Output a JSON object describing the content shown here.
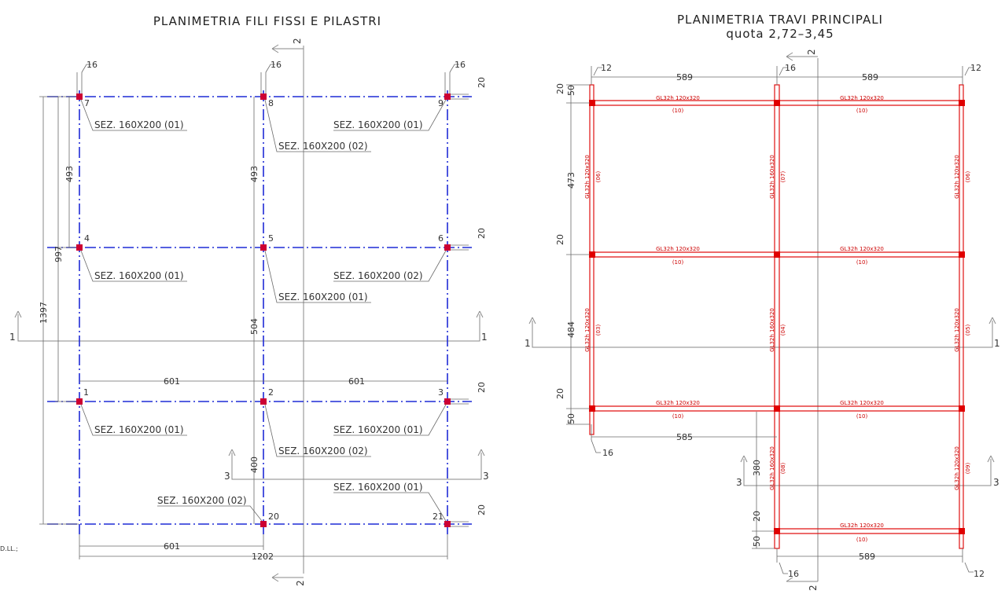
{
  "left": {
    "title": "PLANIMETRIA FILI FISSI E PILASTRI",
    "sections": [
      {
        "label": "SEZ. 160X200 (01)"
      },
      {
        "label": "SEZ. 160X200 (02)"
      },
      {
        "label": "SEZ. 160X200 (01)"
      },
      {
        "label": "SEZ. 160X200 (01)"
      },
      {
        "label": "SEZ. 160X200 (02)"
      },
      {
        "label": "SEZ. 160X200 (01)"
      },
      {
        "label": "SEZ. 160X200 (01)"
      },
      {
        "label": "SEZ. 160X200 (02)"
      },
      {
        "label": "SEZ. 160X200 (01)"
      },
      {
        "label": "SEZ. 160X200 (02)"
      },
      {
        "label": "SEZ. 160X200 (01)"
      }
    ],
    "column_numbers": [
      "7",
      "8",
      "9",
      "4",
      "5",
      "6",
      "1",
      "2",
      "3",
      "20",
      "21"
    ],
    "dims": {
      "d16a": "16",
      "d16b": "16",
      "d16c": "16",
      "d20a": "20",
      "d20b": "20",
      "d20c": "20",
      "d20d": "20",
      "d493a": "493",
      "d493b": "493",
      "d997": "997",
      "d1397": "1397",
      "d504": "504",
      "d400": "400",
      "d601a": "601",
      "d601b": "601",
      "d601c": "601",
      "d1202": "1202"
    },
    "section_marks": {
      "s1l": "1",
      "s1r": "1",
      "s2t": "2",
      "s2b": "2",
      "s3l": "3",
      "s3r": "3"
    },
    "edge_text": "D.LL.;"
  },
  "right": {
    "title": "PLANIMETRIA TRAVI PRINCIPALI",
    "subtitle": "quota 2,72–3,45",
    "beams": {
      "h": "GL32h 120x320",
      "v1": "GL32h 120x320",
      "v2": "GL32h 160x320",
      "tag10": "(10)",
      "tags": [
        "(06)",
        "(07)",
        "(06)",
        "(03)",
        "(04)",
        "(05)",
        "(08)",
        "(09)"
      ]
    },
    "dims": {
      "d12a": "12",
      "d12b": "12",
      "d16a": "16",
      "d16b": "16",
      "d16c": "16",
      "d589a": "589",
      "d589b": "589",
      "d589c": "589",
      "d585": "585",
      "d20a": "20",
      "d20b": "20",
      "d20c": "20",
      "d20d": "20",
      "d50a": "50",
      "d50b": "50",
      "d50c": "50",
      "d473": "473",
      "d484": "484",
      "d380": "380"
    },
    "section_marks": {
      "s1l": "1",
      "s1r": "1",
      "s2t": "2",
      "s2b": "2",
      "s3l": "3",
      "s3r": "3"
    }
  }
}
